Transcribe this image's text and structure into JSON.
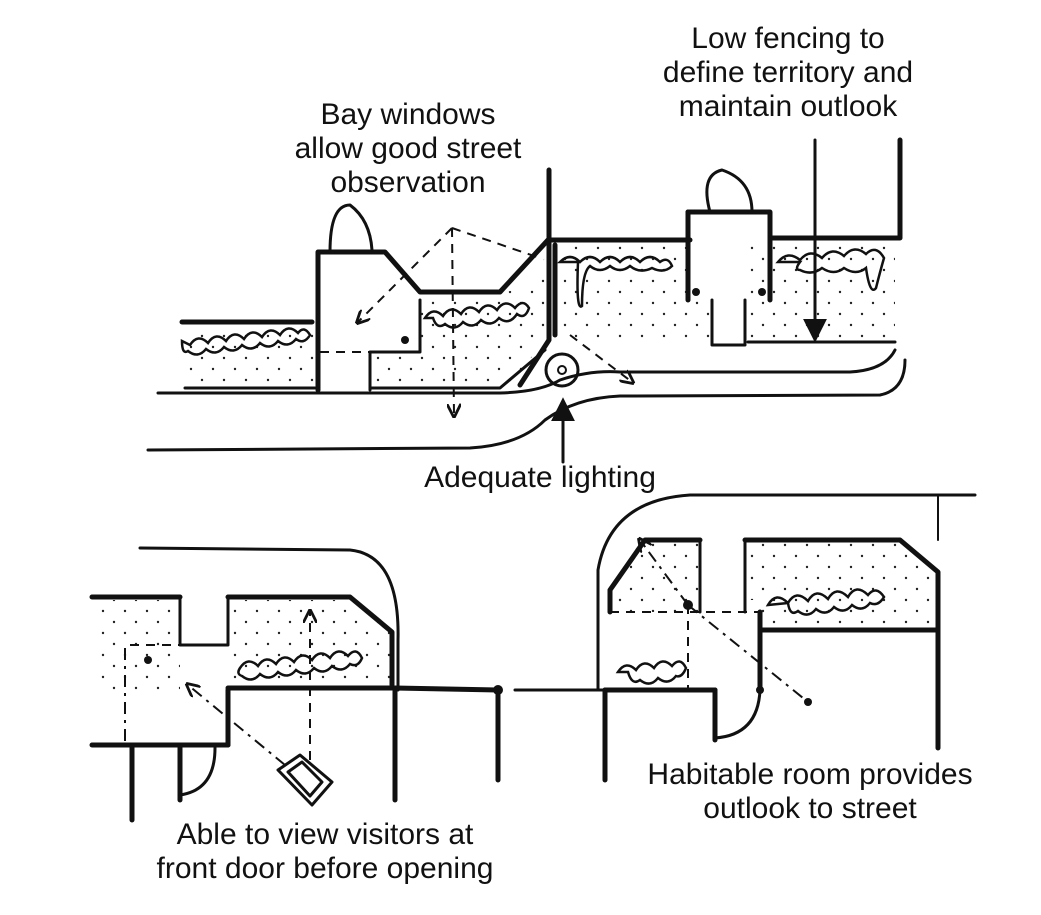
{
  "labels": {
    "bay_windows": [
      "Bay windows",
      "allow good street",
      "observation"
    ],
    "low_fencing": [
      "Low fencing to",
      "define territory and",
      "maintain outlook"
    ],
    "lighting": [
      "Adequate lighting"
    ],
    "view_visitors": [
      "Able to view visitors at",
      "front door before opening"
    ],
    "habitable_room": [
      "Habitable room provides",
      "outlook to street"
    ]
  },
  "colors": {
    "ink": "#111111",
    "background": "#ffffff"
  }
}
